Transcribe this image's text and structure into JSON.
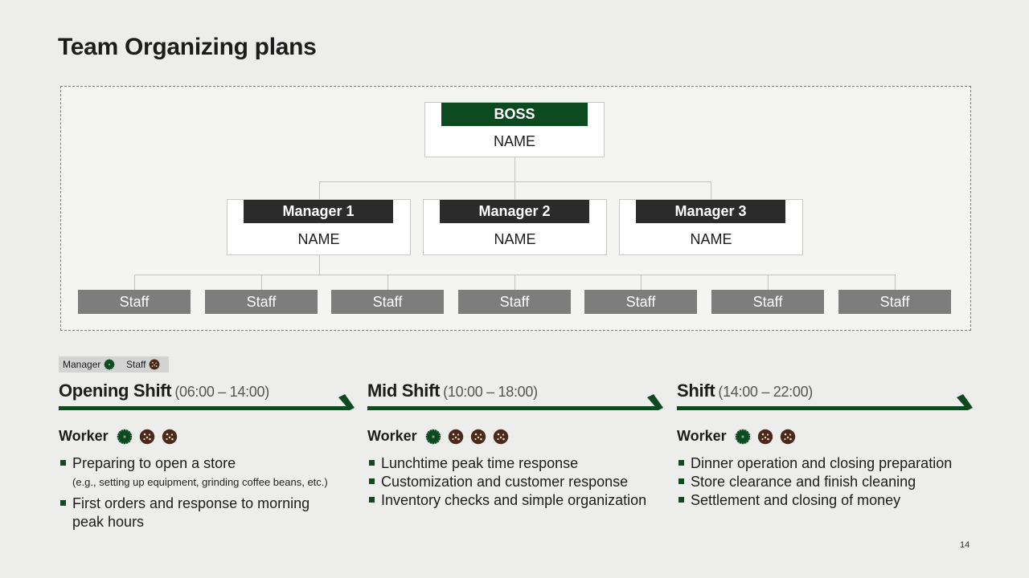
{
  "title": "Team Organizing plans",
  "colors": {
    "green": "#0d4a1f",
    "dark": "#2b2b2b",
    "staff_gray": "#7d7d7d",
    "brown": "#4a2a1a"
  },
  "org": {
    "boss": {
      "role": "BOSS",
      "name": "NAME"
    },
    "managers": [
      {
        "role": "Manager 1",
        "name": "NAME"
      },
      {
        "role": "Manager 2",
        "name": "NAME"
      },
      {
        "role": "Manager 3",
        "name": "NAME"
      }
    ],
    "staff": [
      "Staff",
      "Staff",
      "Staff",
      "Staff",
      "Staff",
      "Staff",
      "Staff"
    ]
  },
  "legend": {
    "manager_label": "Manager",
    "manager_icon": "green-gear-icon",
    "staff_label": "Staff",
    "staff_icon": "brown-cookie-icon"
  },
  "shifts": [
    {
      "name": "Opening Shift",
      "time": "(06:00 – 14:00)",
      "worker_label": "Worker",
      "managers": 1,
      "staff": 2,
      "tasks": [
        {
          "text": "Preparing to open a store",
          "note": "(e.g., setting up equipment, grinding coffee beans, etc.)"
        },
        {
          "text": "First orders and response to morning peak hours"
        }
      ]
    },
    {
      "name": "Mid Shift",
      "time": "(10:00 – 18:00)",
      "worker_label": "Worker",
      "managers": 1,
      "staff": 3,
      "tasks": [
        {
          "text": "Lunchtime peak time response"
        },
        {
          "text": "Customization and customer response"
        },
        {
          "text": "Inventory checks and simple organization"
        }
      ]
    },
    {
      "name": "Shift",
      "time": "(14:00 – 22:00)",
      "worker_label": "Worker",
      "managers": 1,
      "staff": 2,
      "tasks": [
        {
          "text": "Dinner operation and closing preparation"
        },
        {
          "text": "Store clearance and finish cleaning"
        },
        {
          "text": "Settlement and closing of money"
        }
      ]
    }
  ],
  "page_number": "14"
}
